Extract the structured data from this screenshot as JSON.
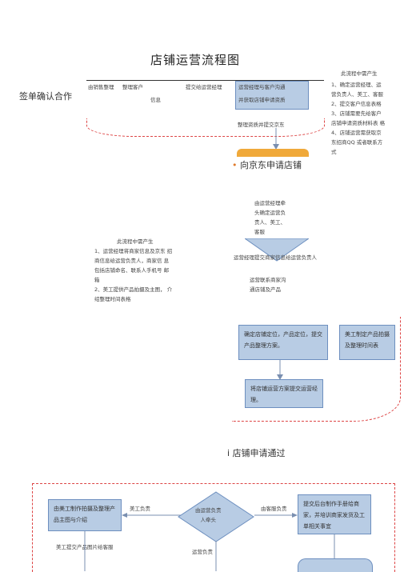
{
  "title": "店铺运营流程图",
  "stage1": {
    "label": "签单确认合作",
    "box_col1": "由销售整理",
    "box_col2a": "整理客户",
    "box_col2b": "信息",
    "box_col3": "提交给运营经理",
    "box_col4a": "运营经理与客户沟通",
    "box_col4b": "并获取店铺申请资质",
    "below_text": "整理资质并提交京东"
  },
  "right_notes": {
    "title": "此流程中需产生",
    "lines": [
      "1、确定运营经理、运",
      "营负责人、美工、客服",
      "2、提交客户信息表格",
      "3、店铺需要先给客户",
      "店铺申请资质材料表 格",
      "4、店铺运营需获取京",
      "东招商QQ 或者联系方",
      "式"
    ]
  },
  "stage2": {
    "label": "向京东申请店铺",
    "diamond_text": [
      "由运营经理牵",
      "头确定运营负",
      "责人、美工、",
      "客服"
    ],
    "below_diamond": "运营经理提交商家信息给运营负责人",
    "contact_text": [
      "运营联系商家沟",
      "通店铺及产品"
    ]
  },
  "left_notes": {
    "title": "此流程中需产生",
    "lines": [
      "1、运营经理将商家信息及京东 招",
      "商信息给运营负责人，商家信 息",
      "包括店铺命名、联系人手机号 邮",
      "箱",
      "2、美工提供产品拍摄及主图， 介",
      "绍整理时间表格"
    ]
  },
  "stage3": {
    "box_left": "确定店铺定位，产品定位，提交产品整理方案。",
    "box_right": "美工制定产品拍摄及整理时间表",
    "box_bottom": "将店铺运营方案提交运营经理。"
  },
  "stage4": {
    "label": "店铺申请通过",
    "box_left": "由美工制作拍摄及整理产品主图与介绍",
    "left_arrow_label": "美工负责",
    "diamond_text": [
      "由运营负责",
      "人牵头"
    ],
    "right_arrow_label": "由客服负责",
    "box_right": "提交后台制作手册给商家，并培训商家发货及工单相关事宜",
    "below_left": "美工提交产品图片给客服",
    "below_center": "运营负责"
  },
  "colors": {
    "box_fill": "#b8cce4",
    "box_border": "#6d8fbf",
    "orange": "#f0a93a",
    "red_dashed": "#dd4444"
  }
}
